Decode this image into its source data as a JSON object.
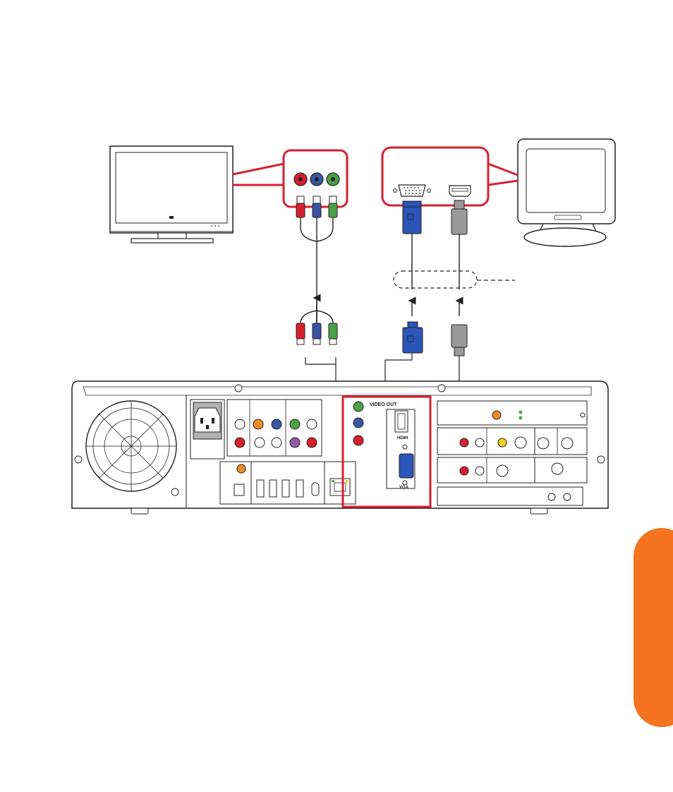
{
  "labels": {
    "video_out": "VIDEO OUT",
    "hdmi": "HDMI",
    "vga": "VGA"
  },
  "colors": {
    "callout_border": "#d7202e",
    "side_tab": "#f37321",
    "red_jack": "#d7202e",
    "blue_jack": "#3a55a4",
    "green_jack": "#4aa147",
    "vga_connector": "#2b55b8",
    "hdmi_connector": "#9a9a9a",
    "orange_jack": "#f08a24",
    "yellow_jack": "#f2d21c",
    "purple_jack": "#8d5aa8",
    "led_green": "#49a942",
    "outline": "#231f20"
  },
  "icons": {
    "flat_tv": "flat-tv-icon",
    "crt_monitor": "crt-monitor-icon",
    "component_cable": "component-cable-icon",
    "vga_cable": "vga-cable-icon",
    "hdmi_cable": "hdmi-cable-icon",
    "pc_rear_panel": "pc-rear-panel-icon",
    "fan_grille": "fan-grille-icon"
  }
}
